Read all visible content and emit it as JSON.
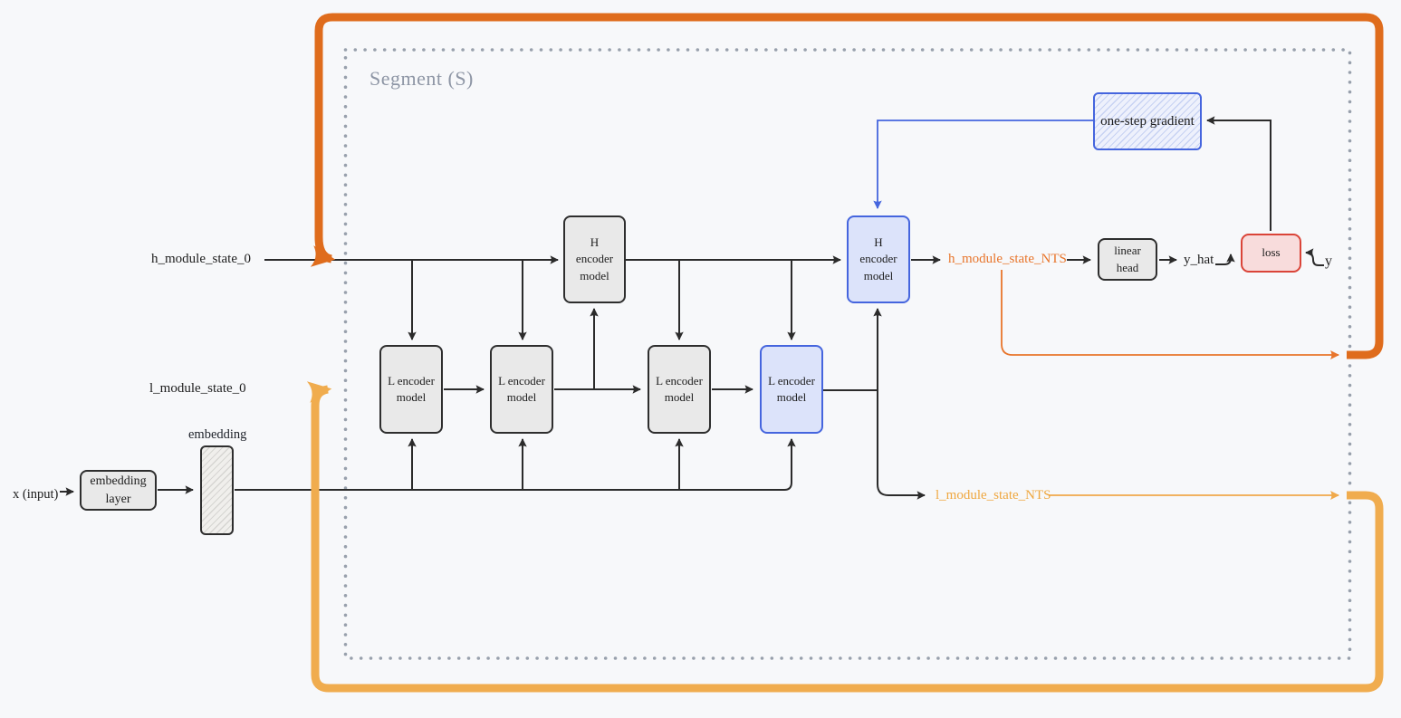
{
  "diagram": {
    "segment_title": "Segment (S)",
    "nodes": {
      "x_input": "x (input)",
      "embedding_layer": "embedding\nlayer",
      "embedding_label": "embedding",
      "l_encoder_model": "L encoder\nmodel",
      "h_encoder_model": "H\nencoder\nmodel",
      "one_step_gradient": "one-step gradient",
      "linear_head": "linear\nhead",
      "loss": "loss",
      "y_hat": "y_hat",
      "y": "y"
    },
    "states": {
      "h_state_in": "h_module_state_0",
      "l_state_in": "l_module_state_0",
      "h_state_out": "h_module_state_NTS",
      "l_state_out": "l_module_state_NTS"
    },
    "colors": {
      "h_recurrence_loop": "#df6c1c",
      "l_recurrence_loop": "#f0ac4e",
      "h_state_line": "#e8752b",
      "l_state_line": "#f0a94a",
      "gradient_accent": "#4565de",
      "loss_accent": "#da4438",
      "connector": "#2b2b2b",
      "segment_border": "#98a0ac",
      "background": "#f7f8fa"
    }
  }
}
